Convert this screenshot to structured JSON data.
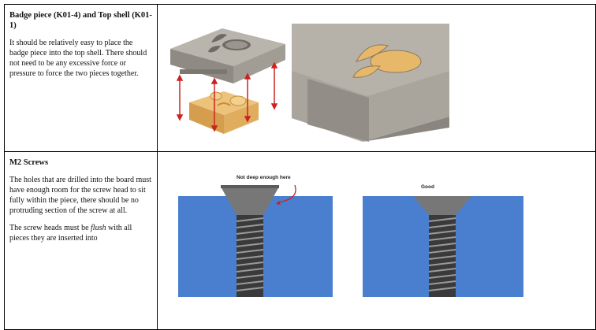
{
  "sections": [
    {
      "heading": "Badge piece (K01-4) and Top shell (K01-1)",
      "paragraphs": [
        "It should be relatively easy to place the badge piece into the top shell. There should not need to be any excessive force or pressure to force the two pieces together."
      ]
    },
    {
      "heading": "M2 Screws",
      "paragraphs": [
        "The holes that are drilled into the board must have enough room for the screw head to sit fully within the piece, there should be no protruding section of the screw at all."
      ],
      "flush_before": "The screw heads must be ",
      "flush_word": "flush",
      "flush_after": " with all pieces they are inserted into",
      "annotations": {
        "bad": "Not deep enough here",
        "good": "Good"
      }
    }
  ],
  "colors": {
    "shell_gray": "#a8a49c",
    "badge_orange": "#e8b86a",
    "board_blue": "#4a7fcf",
    "screw_gray": "#6e6e6e",
    "arrow_red": "#cc2222"
  }
}
